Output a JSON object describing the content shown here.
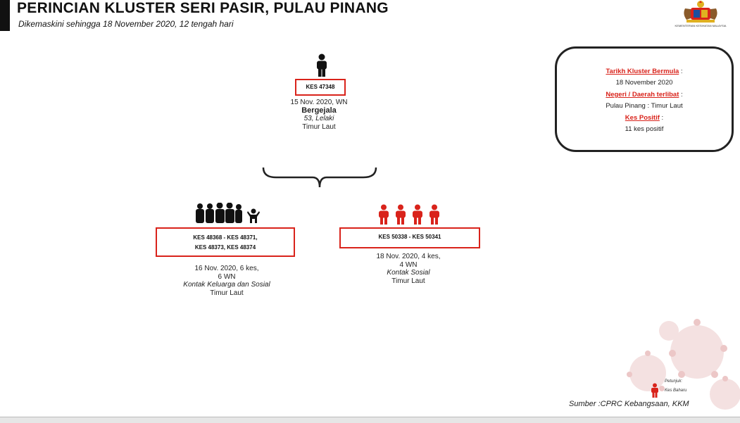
{
  "header": {
    "title": "PERINCIAN KLUSTER SERI PASIR, PULAU PINANG",
    "subtitle": "Dikemaskini sehingga 18 November 2020, 12 tengah hari",
    "logo_text": "KEMENTERIAN KESIHATAN MALAYSIA"
  },
  "index_case": {
    "case_id": "KES 47348",
    "date_line": "15 Nov. 2020, WN",
    "status": "Bergejala",
    "age_sex": "53, Lelaki",
    "location": "Timur Laut"
  },
  "family_group": {
    "case_line1": "KES 48368 - KES 48371,",
    "case_line2": "KES 48373,  KES 48374",
    "date_line1": "16 Nov. 2020, 6 kes,",
    "date_line2": "6 WN",
    "contact_type": "Kontak Keluarga dan Sosial",
    "location": "Timur Laut"
  },
  "social_group": {
    "case_id": "KES 50338 - KES 50341",
    "date_line1": "18 Nov. 2020, 4 kes,",
    "date_line2": "4 WN",
    "contact_type": "Kontak Sosial",
    "location": "Timur Laut"
  },
  "summary": {
    "start_label": "Tarikh Kluster Bermula",
    "start_value": "18 November 2020",
    "region_label": "Negeri / Daerah terlibat",
    "region_value": "Pulau Pinang : Timur Laut",
    "positive_label": "Kes Positif",
    "positive_value": "11 kes positif",
    "colon": " :"
  },
  "legend": {
    "title": "Petunjuk:",
    "new_case": "Kes Baharu"
  },
  "source": "Sumber :CPRC Kebangsaan,  KKM",
  "colors": {
    "accent_red": "#d9231b",
    "dark": "#111111"
  },
  "icons": {
    "index": "person-icon",
    "family": "group-icon",
    "social": "person-red-icon"
  }
}
